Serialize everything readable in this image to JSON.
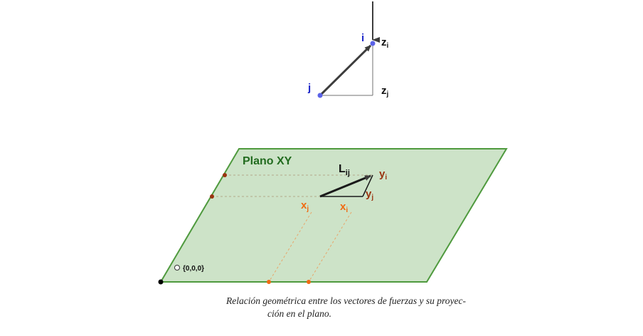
{
  "diagram": {
    "plane_label": "Plano XY",
    "origin_label": "{0,0,0}",
    "points": {
      "i": "i",
      "j": "j"
    },
    "z_labels": {
      "zi_main": "z",
      "zi_sub": "i",
      "zj_main": "z",
      "zj_sub": "j"
    },
    "length_label": {
      "main": "L",
      "sub": "ij"
    },
    "projection_labels": {
      "yi_main": "y",
      "yi_sub": "i",
      "yj_main": "y",
      "yj_sub": "j",
      "xj_main": "x",
      "xj_sub": "j",
      "xi_main": "x",
      "xi_sub": "i"
    },
    "colors": {
      "plane_fill": "#cde3c8",
      "plane_edge": "#4f9a3e",
      "plane_label": "#226b1f",
      "point_blue": "#5b63e8",
      "label_blue": "#1d27c9",
      "vector": "#3d3d3d",
      "x_orange": "#f06a12",
      "y_brown": "#9a3410",
      "origin_dot": "#000000"
    }
  },
  "caption": {
    "line1": "Relación geométrica entre los vectores de fuerzas y su proyec-",
    "line2": "ción en el plano."
  }
}
